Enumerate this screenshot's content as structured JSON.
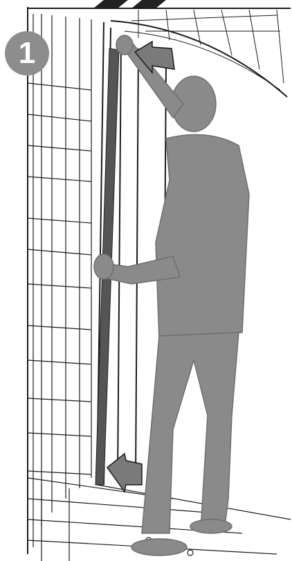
{
  "step": {
    "number": "1"
  },
  "colors": {
    "badge": "#8d8d8d",
    "figure": "#8a8a8a",
    "figure_outline": "#6e6e6e",
    "line": "#1a1a1a",
    "door_seal": "#555555",
    "arrow": "#7a7a7a"
  },
  "icons": {
    "step_badge": "numbered-circle",
    "arrows": [
      "arrow-left-top",
      "arrow-left-bottom"
    ]
  }
}
